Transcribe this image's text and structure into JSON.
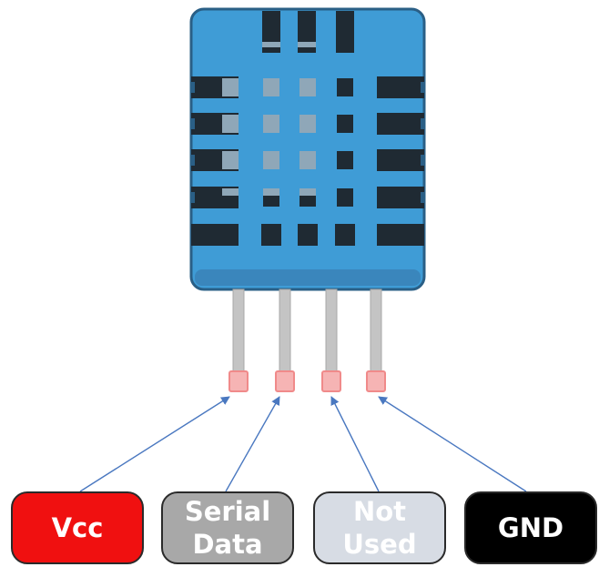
{
  "sensor": {
    "body_color": "#3f9cd6",
    "slot_color": "#1f2a33",
    "lead_color": "#c4c4c4",
    "pin_marker_color": "#f08a8a",
    "arrow_color": "#4a78c0"
  },
  "pins": [
    {
      "id": "vcc",
      "lines": [
        "Vcc"
      ],
      "color": "#f01010"
    },
    {
      "id": "data",
      "lines": [
        "Serial",
        "Data"
      ],
      "color": "#a8a8a8"
    },
    {
      "id": "nc",
      "lines": [
        "Not",
        "Used"
      ],
      "color": "#d7dce4"
    },
    {
      "id": "gnd",
      "lines": [
        "GND"
      ],
      "color": "#000000"
    }
  ]
}
